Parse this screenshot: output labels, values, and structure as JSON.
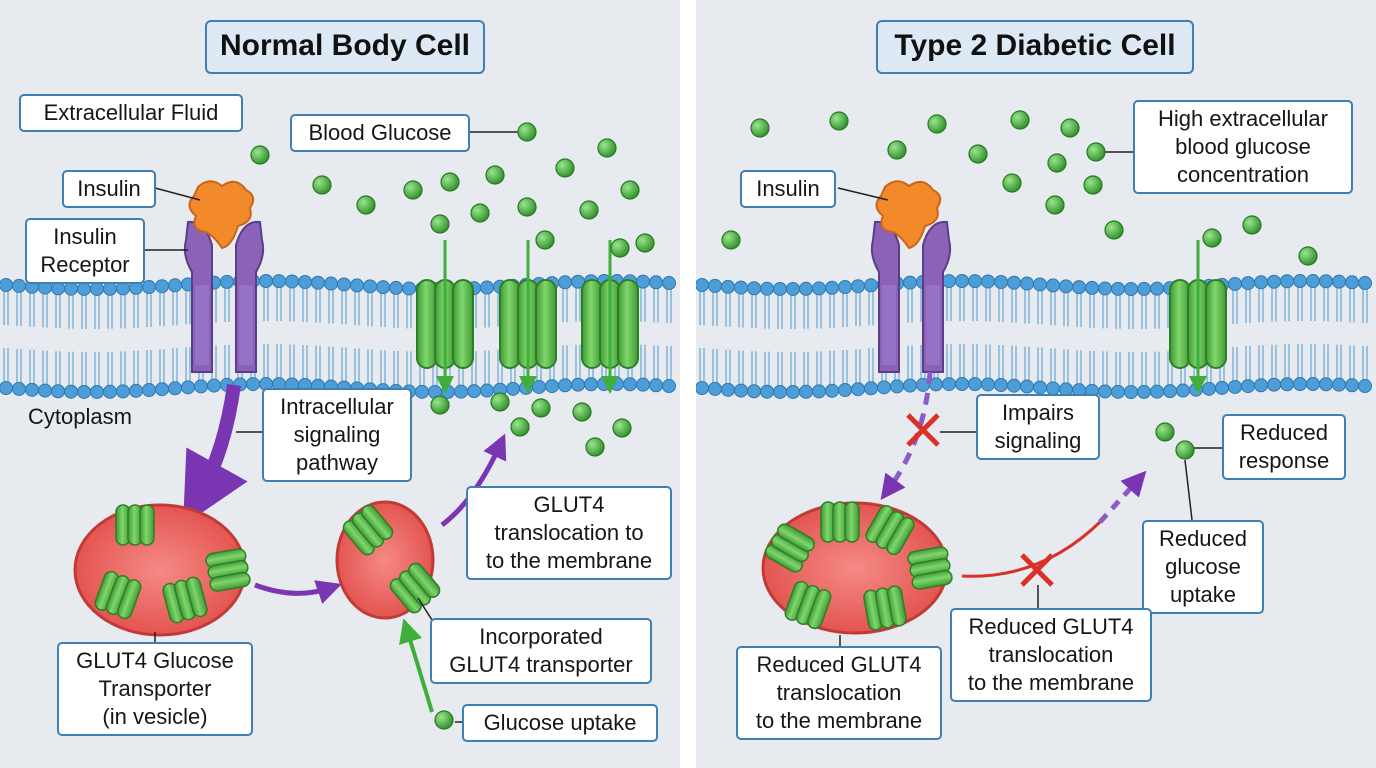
{
  "left_panel": {
    "title": "Normal Body Cell",
    "extracellular": "Extracellular Fluid",
    "blood_glucose": "Blood Glucose",
    "insulin": "Insulin",
    "insulin_receptor": [
      "Insulin",
      "Receptor"
    ],
    "cytoplasm": "Cytoplasm",
    "signaling": [
      "Intracellular",
      "signaling",
      "pathway"
    ],
    "glut4_vesicle": [
      "GLUT4 Glucose",
      "Transporter",
      "(in vesicle)"
    ],
    "translocation": [
      "GLUT4",
      "translocation to",
      "to the membrane"
    ],
    "incorporated": [
      "Incorporated",
      "GLUT4 transporter"
    ],
    "glucose_uptake": "Glucose uptake"
  },
  "right_panel": {
    "title": "Type 2 Diabetic Cell",
    "insulin": "Insulin",
    "high_glucose": [
      "High extracellular",
      "blood glucose",
      "concentration"
    ],
    "impairs": [
      "Impairs",
      "signaling"
    ],
    "reduced_response": [
      "Reduced",
      "response"
    ],
    "reduced_uptake": [
      "Reduced",
      "glucose",
      "uptake"
    ],
    "reduced_translocation_a": [
      "Reduced GLUT4",
      "translocation",
      "to the membrane"
    ],
    "reduced_translocation_b": [
      "Reduced GLUT4",
      "translocation",
      "to the membrane"
    ]
  },
  "colors": {
    "panel_bg": "#e7eaee",
    "membrane_head": "#4d9ed8",
    "membrane_tail": "#7fb4dd",
    "glucose": "#3fae3a",
    "transporter": "#5cbf4a",
    "receptor": "#8a63b8",
    "insulin": "#f28a2b",
    "vesicle": "#e05050",
    "arrow_purple": "#7a35b3",
    "inhibit_red": "#d9302a",
    "label_border": "#3f7fb3"
  }
}
